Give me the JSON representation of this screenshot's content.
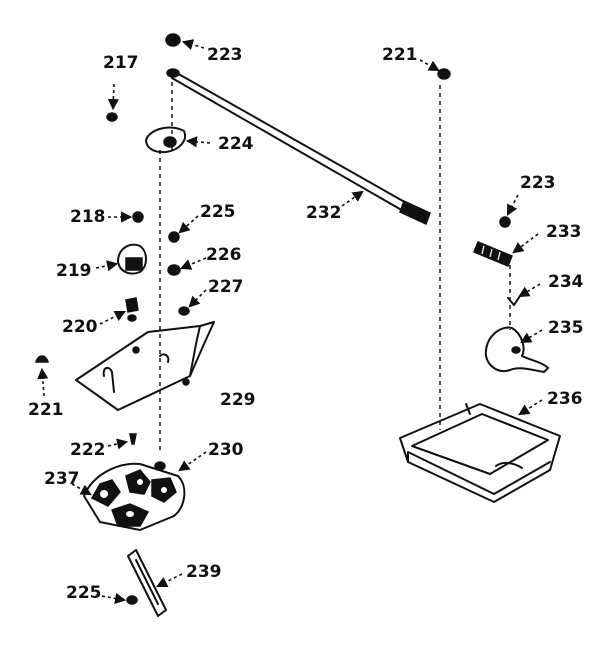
{
  "diagram": {
    "labels": {
      "p223a": "223",
      "p217": "217",
      "p224": "224",
      "p221a": "221",
      "p232": "232",
      "p223b": "223",
      "p233": "233",
      "p234": "234",
      "p235": "235",
      "p236": "236",
      "p218": "218",
      "p225a": "225",
      "p219": "219",
      "p226": "226",
      "p227": "227",
      "p220": "220",
      "p221b": "221",
      "p229": "229",
      "p222": "222",
      "p230": "230",
      "p237": "237",
      "p239": "239",
      "p225b": "225"
    }
  }
}
